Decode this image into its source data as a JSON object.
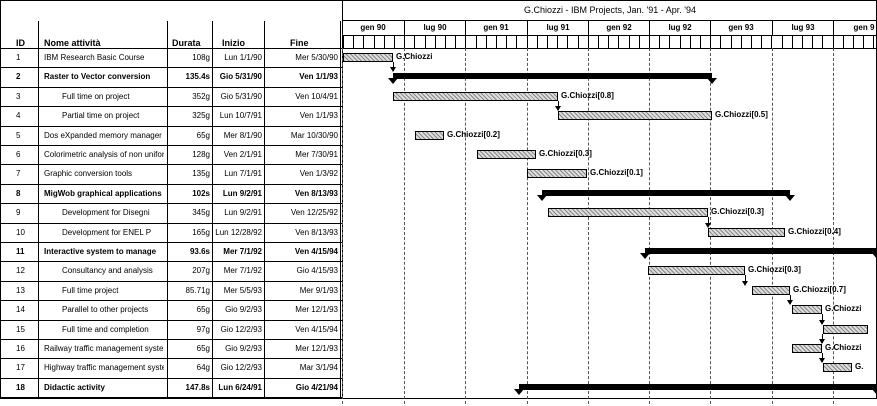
{
  "title": "G.Chiozzi - IBM Projects, Jan. '91 - Apr. '94",
  "columns": {
    "id": "ID",
    "name": "Nome attività",
    "duration": "Durata",
    "start": "Inizio",
    "end": "Fine"
  },
  "months": [
    "gen 90",
    "lug 90",
    "gen 91",
    "lug 91",
    "gen 92",
    "lug 92",
    "gen 93",
    "lug 93",
    "gen 9"
  ],
  "rows": [
    {
      "id": "1",
      "name": "IBM Research Basic Course",
      "duration": "108g",
      "start": "Lun 1/1/90",
      "end": "Mer 5/30/90",
      "bold": false,
      "indent": 0
    },
    {
      "id": "2",
      "name": "Raster to Vector conversion",
      "duration": "135.4s",
      "start": "Gio 5/31/90",
      "end": "Ven 1/1/93",
      "bold": true,
      "indent": 0
    },
    {
      "id": "3",
      "name": "Full time on project",
      "duration": "352g",
      "start": "Gio 5/31/90",
      "end": "Ven 10/4/91",
      "bold": false,
      "indent": 1
    },
    {
      "id": "4",
      "name": "Partial time on project",
      "duration": "325g",
      "start": "Lun 10/7/91",
      "end": "Ven 1/1/93",
      "bold": false,
      "indent": 1
    },
    {
      "id": "5",
      "name": "Dos eXpanded memory manager",
      "duration": "65g",
      "start": "Mer 8/1/90",
      "end": "Mar 10/30/90",
      "bold": false,
      "indent": 0
    },
    {
      "id": "6",
      "name": "Colorimetric analysis of non uniform",
      "duration": "128g",
      "start": "Ven 2/1/91",
      "end": "Mer 7/30/91",
      "bold": false,
      "indent": 0
    },
    {
      "id": "7",
      "name": "Graphic conversion tools",
      "duration": "135g",
      "start": "Lun 7/1/91",
      "end": "Ven 1/3/92",
      "bold": false,
      "indent": 0
    },
    {
      "id": "8",
      "name": "MigWob graphical applications",
      "duration": "102s",
      "start": "Lun 9/2/91",
      "end": "Ven 8/13/93",
      "bold": true,
      "indent": 0
    },
    {
      "id": "9",
      "name": "Development for Disegni",
      "duration": "345g",
      "start": "Lun 9/2/91",
      "end": "Ven 12/25/92",
      "bold": false,
      "indent": 1
    },
    {
      "id": "10",
      "name": "Development for ENEL P",
      "duration": "165g",
      "start": "Lun 12/28/92",
      "end": "Ven 8/13/93",
      "bold": false,
      "indent": 1
    },
    {
      "id": "11",
      "name": "Interactive system to manage",
      "duration": "93.6s",
      "start": "Mer 7/1/92",
      "end": "Ven 4/15/94",
      "bold": true,
      "indent": 0
    },
    {
      "id": "12",
      "name": "Consultancy and analysis",
      "duration": "207g",
      "start": "Mer 7/1/92",
      "end": "Gio 4/15/93",
      "bold": false,
      "indent": 1
    },
    {
      "id": "13",
      "name": "Full time project",
      "duration": "85.71g",
      "start": "Mer 5/5/93",
      "end": "Mer 9/1/93",
      "bold": false,
      "indent": 1
    },
    {
      "id": "14",
      "name": "Parallel to other projects",
      "duration": "65g",
      "start": "Gio 9/2/93",
      "end": "Mer 12/1/93",
      "bold": false,
      "indent": 1
    },
    {
      "id": "15",
      "name": "Full time and completion",
      "duration": "97g",
      "start": "Gio 12/2/93",
      "end": "Ven 4/15/94",
      "bold": false,
      "indent": 1
    },
    {
      "id": "16",
      "name": "Railway traffic management system",
      "duration": "65g",
      "start": "Gio 9/2/93",
      "end": "Mer 12/1/93",
      "bold": false,
      "indent": 0
    },
    {
      "id": "17",
      "name": "Highway traffic management system",
      "duration": "64g",
      "start": "Gio 12/2/93",
      "end": "Mar 3/1/94",
      "bold": false,
      "indent": 0
    },
    {
      "id": "18",
      "name": "Didactic activity",
      "duration": "147.8s",
      "start": "Lun 6/24/91",
      "end": "Gio 4/21/94",
      "bold": true,
      "indent": 0
    }
  ],
  "bars": [
    {
      "row": 0,
      "kind": "task",
      "label": "G.Chiozzi"
    },
    {
      "row": 1,
      "kind": "summary",
      "label": ""
    },
    {
      "row": 2,
      "kind": "task",
      "label": "G.Chiozzi[0.8]"
    },
    {
      "row": 3,
      "kind": "task",
      "label": "G.Chiozzi[0.5]"
    },
    {
      "row": 4,
      "kind": "task",
      "label": "G.Chiozzi[0.2]"
    },
    {
      "row": 5,
      "kind": "task",
      "label": "G.Chiozzi[0.3]"
    },
    {
      "row": 6,
      "kind": "task",
      "label": "G.Chiozzi[0.1]"
    },
    {
      "row": 7,
      "kind": "summary",
      "label": ""
    },
    {
      "row": 8,
      "kind": "task",
      "label": "G.Chiozzi[0.3]"
    },
    {
      "row": 9,
      "kind": "task",
      "label": "G.Chiozzi[0.4]"
    },
    {
      "row": 10,
      "kind": "summary",
      "label": ""
    },
    {
      "row": 11,
      "kind": "task",
      "label": "G.Chiozzi[0.3]"
    },
    {
      "row": 12,
      "kind": "task",
      "label": "G.Chiozzi[0.7]"
    },
    {
      "row": 13,
      "kind": "task",
      "label": "G.Chiozzi"
    },
    {
      "row": 14,
      "kind": "task",
      "label": ""
    },
    {
      "row": 15,
      "kind": "task",
      "label": "G.Chiozzi"
    },
    {
      "row": 16,
      "kind": "task",
      "label": "G."
    },
    {
      "row": 17,
      "kind": "summary",
      "label": ""
    }
  ]
}
